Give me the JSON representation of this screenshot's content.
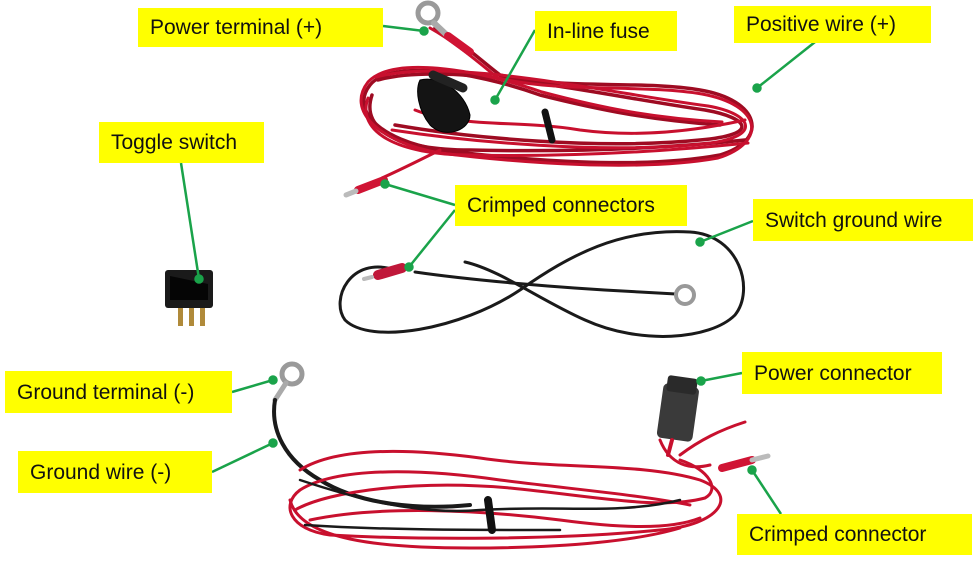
{
  "labels": {
    "power_terminal": "Power terminal (+)",
    "inline_fuse": "In-line fuse",
    "positive_wire": "Positive wire (+)",
    "toggle_switch": "Toggle switch",
    "crimped_connectors": "Crimped connectors",
    "switch_ground_wire": "Switch ground wire",
    "ground_terminal": "Ground terminal (-)",
    "ground_wire": "Ground wire (-)",
    "power_connector": "Power connector",
    "crimped_connector": "Crimped connector"
  },
  "colors": {
    "label_bg": "#ffff00",
    "leader_line": "#1aa34a",
    "red_wire": "#c8102e",
    "black_wire": "#1a1a1a"
  }
}
